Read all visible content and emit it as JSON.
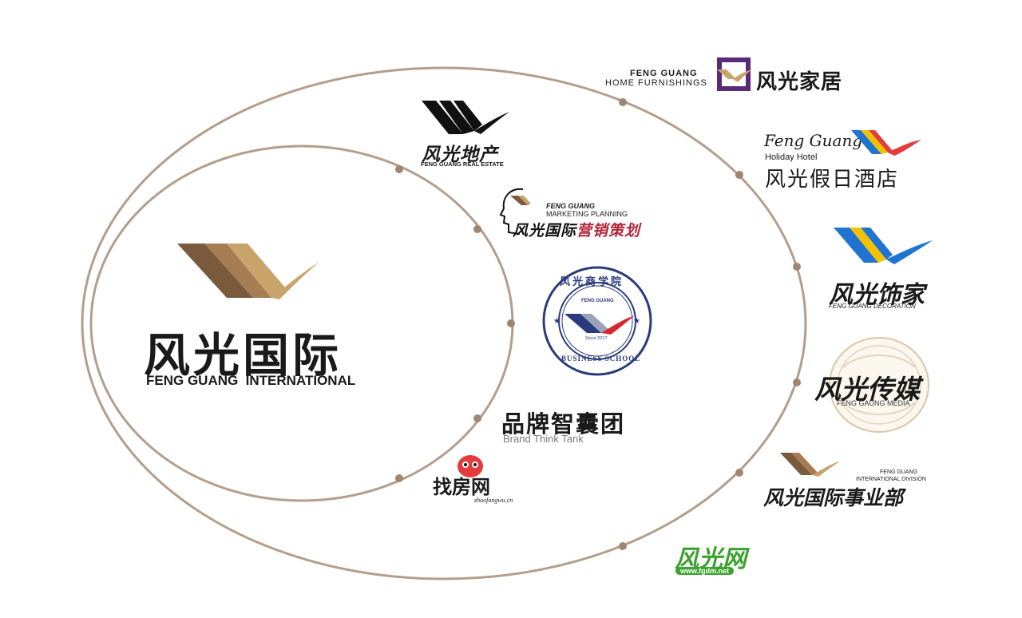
{
  "colors": {
    "ring": "#b39e8c",
    "dot": "#a08672",
    "gold": "#c9a46a",
    "brown": "#6b4423",
    "dark": "#1a1a1a",
    "blue": "#1f73d1",
    "yellow": "#f2c200",
    "red": "#e43c3c",
    "navy": "#2a3a7c",
    "purple": "#5a2a7a",
    "green": "#3aa32e"
  },
  "main": {
    "cn": "风光国际",
    "en": "FENG GUANG  INTERNATIONAL"
  },
  "inner": {
    "real_estate": {
      "cn": "风光地产",
      "en": "FENG GUANG REAL ESTATE"
    },
    "marketing": {
      "en1": "FENG GUANG",
      "en2": "MARKETING PLANNING",
      "cn_a": "风光国际",
      "cn_b": "营销策划"
    },
    "school": {
      "cn": "风光商学院",
      "en_top": "FENG GUANG",
      "since": "Since 2017",
      "en_bottom": "BUSINESS SCHOOL"
    },
    "think_tank": {
      "cn": "品牌智囊团",
      "en": "Brand Think Tank"
    },
    "zhaofang": {
      "cn": "找房网",
      "en": "zhaofangwu.cn"
    }
  },
  "outer": {
    "home": {
      "en1": "FENG GUANG",
      "en2": "HOME FURNISHINGS",
      "cn": "风光家居"
    },
    "hotel": {
      "script": "Feng Guang",
      "en": "Holiday Hotel",
      "cn": "风光假日酒店"
    },
    "decoration": {
      "cn": "风光饰家",
      "en": "FENG GUANG DECORATION"
    },
    "media": {
      "cn": "风光传媒",
      "en": "FENG GAUNG MEDIA"
    },
    "division": {
      "en1": "FENG GUANG",
      "en2": "INTERNATIONAL DIVISION",
      "cn": "风光国际事业部"
    },
    "fgw": {
      "cn": "风光网",
      "url": "www.fgdm.net"
    }
  }
}
